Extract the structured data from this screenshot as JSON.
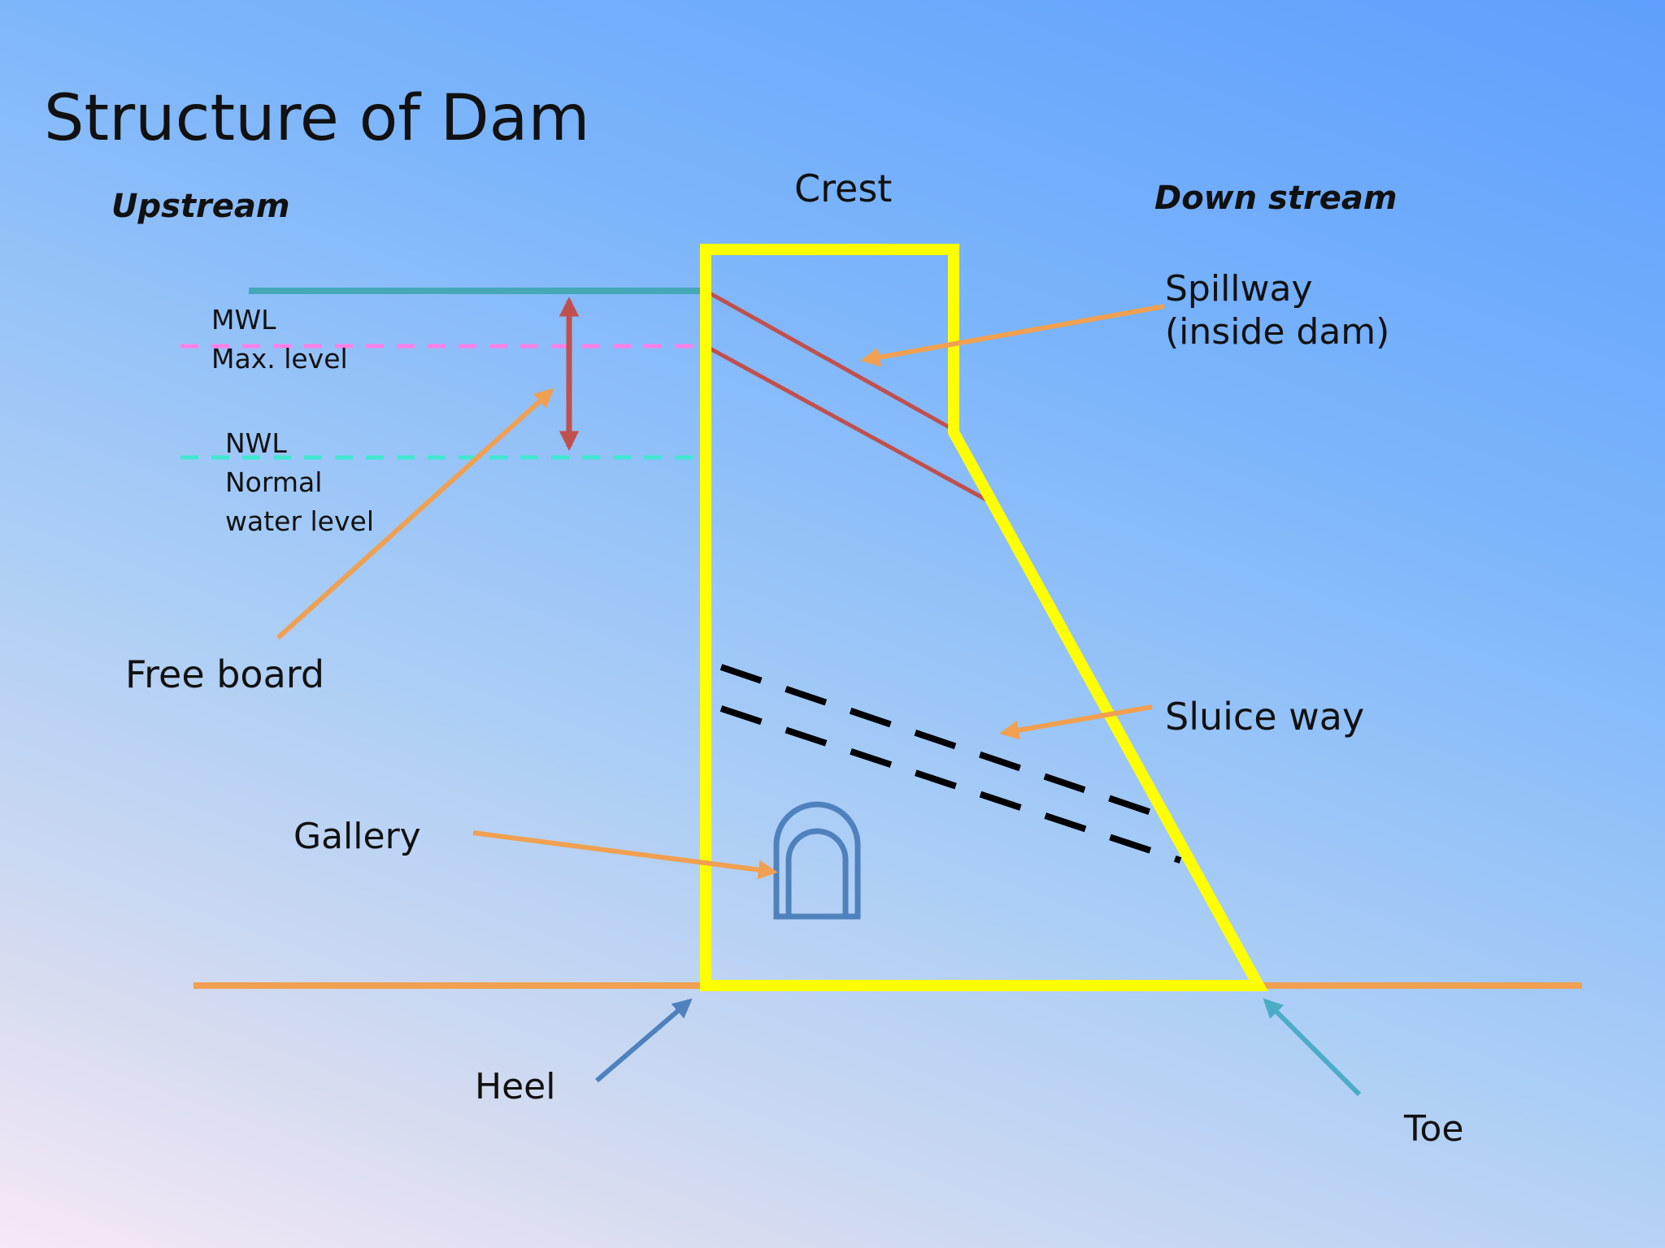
{
  "title": "Structure of Dam",
  "labels": {
    "upstream": "Upstream",
    "downstream": "Down stream",
    "crest": "Crest",
    "mwl": "MWL",
    "max_level": "Max. level",
    "nwl": "NWL",
    "normal": "Normal",
    "water_level": "water level",
    "free_board": "Free board",
    "spillway": "Spillway",
    "spillway_sub": "(inside dam)",
    "sluice_way": "Sluice way",
    "gallery": "Gallery",
    "heel": "Heel",
    "toe": "Toe"
  },
  "colors": {
    "dam_outline": "#ffff00",
    "ground": "#f0a050",
    "mwl_line": "#44a8b8",
    "max_level_dash": "#ff80e8",
    "nwl_dash": "#40e8d0",
    "freeboard_marker": "#c0504d",
    "spillway_lines": "#c0504d",
    "pointer_arrows": "#f0a050",
    "sluice_dashes": "#000000",
    "gallery_outline": "#4f81bd",
    "heel_arrow": "#4f81bd",
    "toe_arrow": "#4bacc6"
  }
}
